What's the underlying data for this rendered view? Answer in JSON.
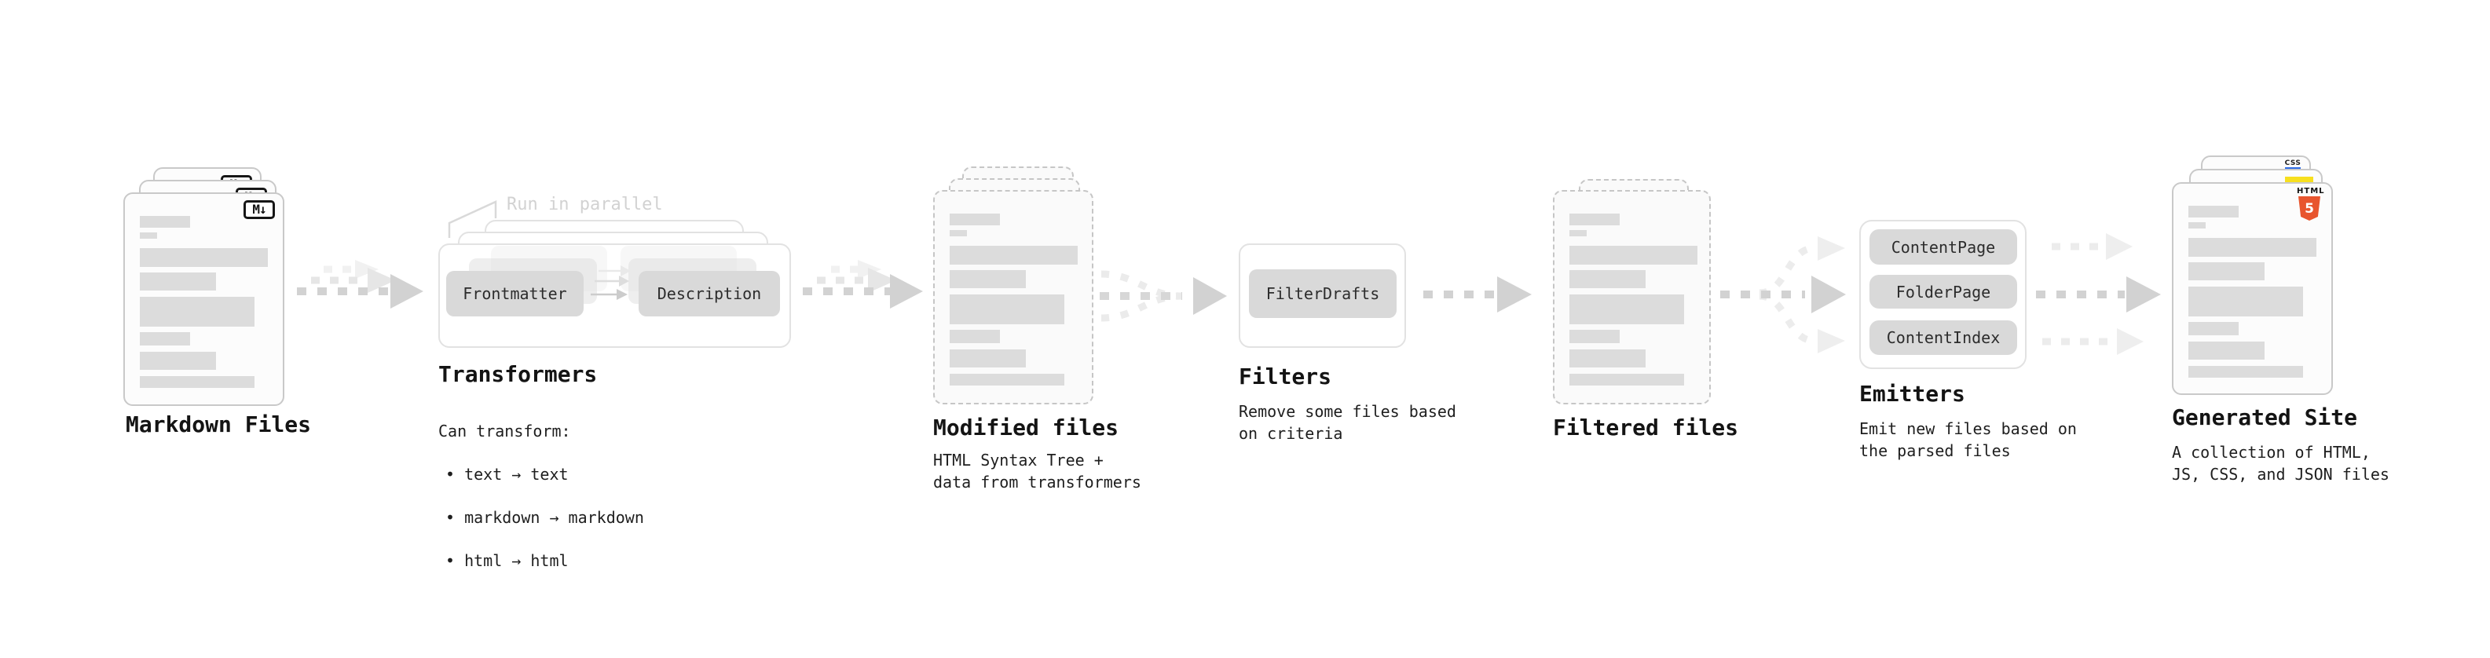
{
  "nodes": {
    "markdown_files": {
      "label": "Markdown Files",
      "file_icon": "M↓"
    },
    "transformers": {
      "annotation": "Run in parallel",
      "buttons": [
        "Frontmatter",
        "Description"
      ],
      "label": "Transformers",
      "description_heading": "Can transform:",
      "bullets": [
        "• text → text",
        "• markdown → markdown",
        "• html → html"
      ]
    },
    "modified_files": {
      "label": "Modified files",
      "description": "HTML Syntax Tree +\ndata from transformers"
    },
    "filters": {
      "buttons": [
        "FilterDrafts"
      ],
      "label": "Filters",
      "description": "Remove some files based\non criteria"
    },
    "filtered_files": {
      "label": "Filtered files"
    },
    "emitters": {
      "buttons": [
        "ContentPage",
        "FolderPage",
        "ContentIndex"
      ],
      "label": "Emitters",
      "description": "Emit new files based on\nthe parsed files"
    },
    "generated_site": {
      "label": "Generated Site",
      "description": "A collection of HTML,\nJS, CSS, and JSON files",
      "badges": {
        "css_label": "CSS",
        "html_label": "HTML",
        "html_number": "5"
      }
    }
  },
  "colors": {
    "html5_orange": "#e8552e",
    "js_yellow": "#f7df1e",
    "css_blue": "#2e6be5",
    "arrow_gray": "#d2d2d2",
    "arrow_light": "#ececec",
    "bar_gray": "#dcdcdc"
  }
}
